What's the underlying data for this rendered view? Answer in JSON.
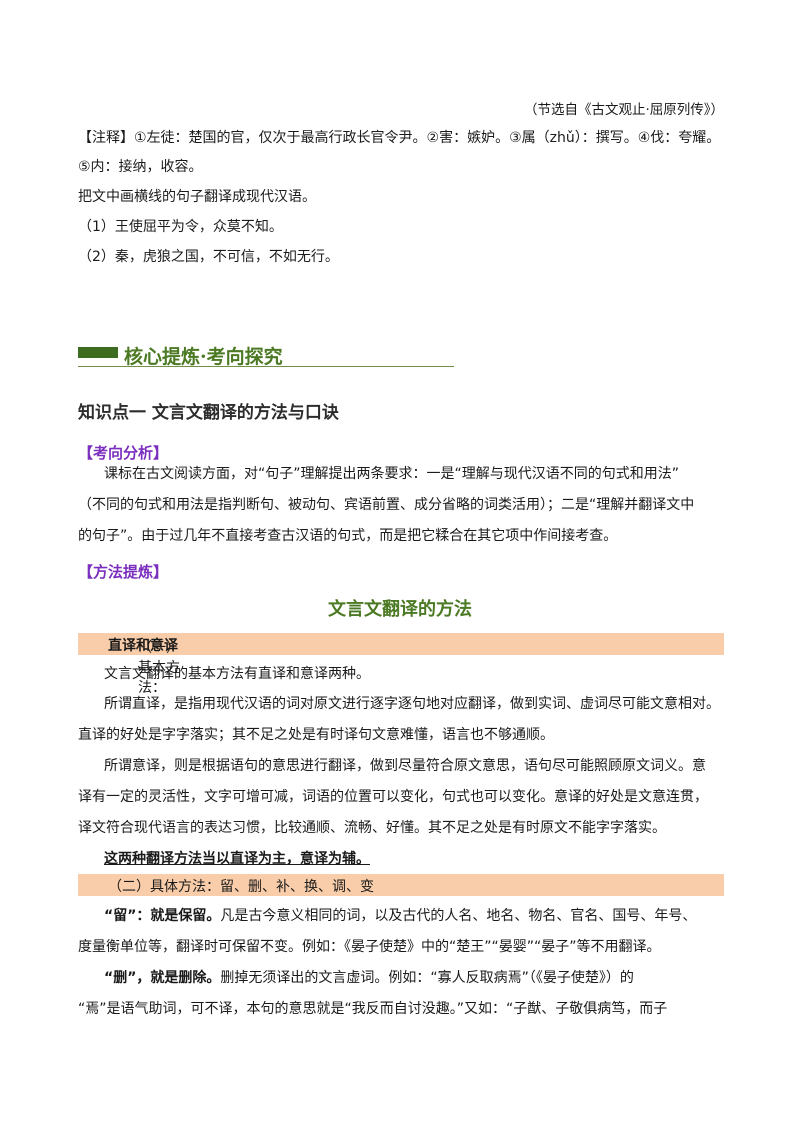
{
  "source": "（节选自《古文观止·屈原列传》）",
  "notes": {
    "line1": "【注释】①左徒：楚国的官，仅次于最高行政长官令尹。②害：嫉妒。③属（zhǔ）：撰写。④伐：夸耀。",
    "line2": "⑤内：接纳，收容。"
  },
  "instruction": "把文中画横线的句子翻译成现代汉语。",
  "questions": [
    "（1）王使屈平为令，众莫不知。",
    "（2）秦，虎狼之国，不可信，不如无行。"
  ],
  "section_header": "核心提炼·考向探究",
  "knowledge_point": "知识点一  文言文翻译的方法与口诀",
  "analysis": {
    "tag": "【考向分析】",
    "lines": [
      "课标在古文阅读方面，对“句子”理解提出两条要求：一是“理解与现代汉语不同的句式和用法”",
      "（不同的句式和用法是指判断句、被动句、宾语前置、成分省略的词类活用）；二是“理解并翻译文中",
      "的句子”。由于过几年不直接考查古汉语的句式，而是把它糅合在其它项中作间接考查。"
    ]
  },
  "method": {
    "tag": "【方法提炼】",
    "title": "文言文翻译的方法",
    "band1_prefix": "（一）基本方法：",
    "band1_bold": "直译和意译",
    "p1": "文言文翻译的基本方法有直译和意译两种。",
    "p2_lines": [
      "所谓直译，是指用现代汉语的词对原文进行逐字逐句地对应翻译，做到实词、虚词尽可能文意相对。",
      "直译的好处是字字落实；其不足之处是有时译句文意难懂，语言也不够通顺。"
    ],
    "p3_lines": [
      "所谓意译，则是根据语句的意思进行翻译，做到尽量符合原文意思，语句尽可能照顾原文词义。意",
      "译有一定的灵活性，文字可增可减，词语的位置可以变化，句式也可以变化。意译的好处是文意连贯，",
      "译文符合现代语言的表达习惯，比较通顺、流畅、好懂。其不足之处是有时原文不能字字落实。"
    ],
    "summary": "这两种翻译方法当以直译为主，意译为辅。",
    "band2": "（二）具体方法：留、删、补、换、调、变",
    "liu_bold": "“留”：就是保留。",
    "liu_line1": "凡是古今意义相同的词，以及古代的人名、地名、物名、官名、国号、年号、",
    "liu_line2": "度量衡单位等，翻译时可保留不变。例如：《晏子使楚》中的“楚王”“晏婴”“晏子”等不用翻译。",
    "shan_bold": "“删”，就是删除。",
    "shan_line1": "删掉无须译出的文言虚词。例如：“寡人反取病焉”（《晏子使楚》）的",
    "shan_line2": "“焉”是语气助词，可不译，本句的意思就是“我反而自讨没趣。”又如：“子猷、子敬俱病笃，而子"
  }
}
